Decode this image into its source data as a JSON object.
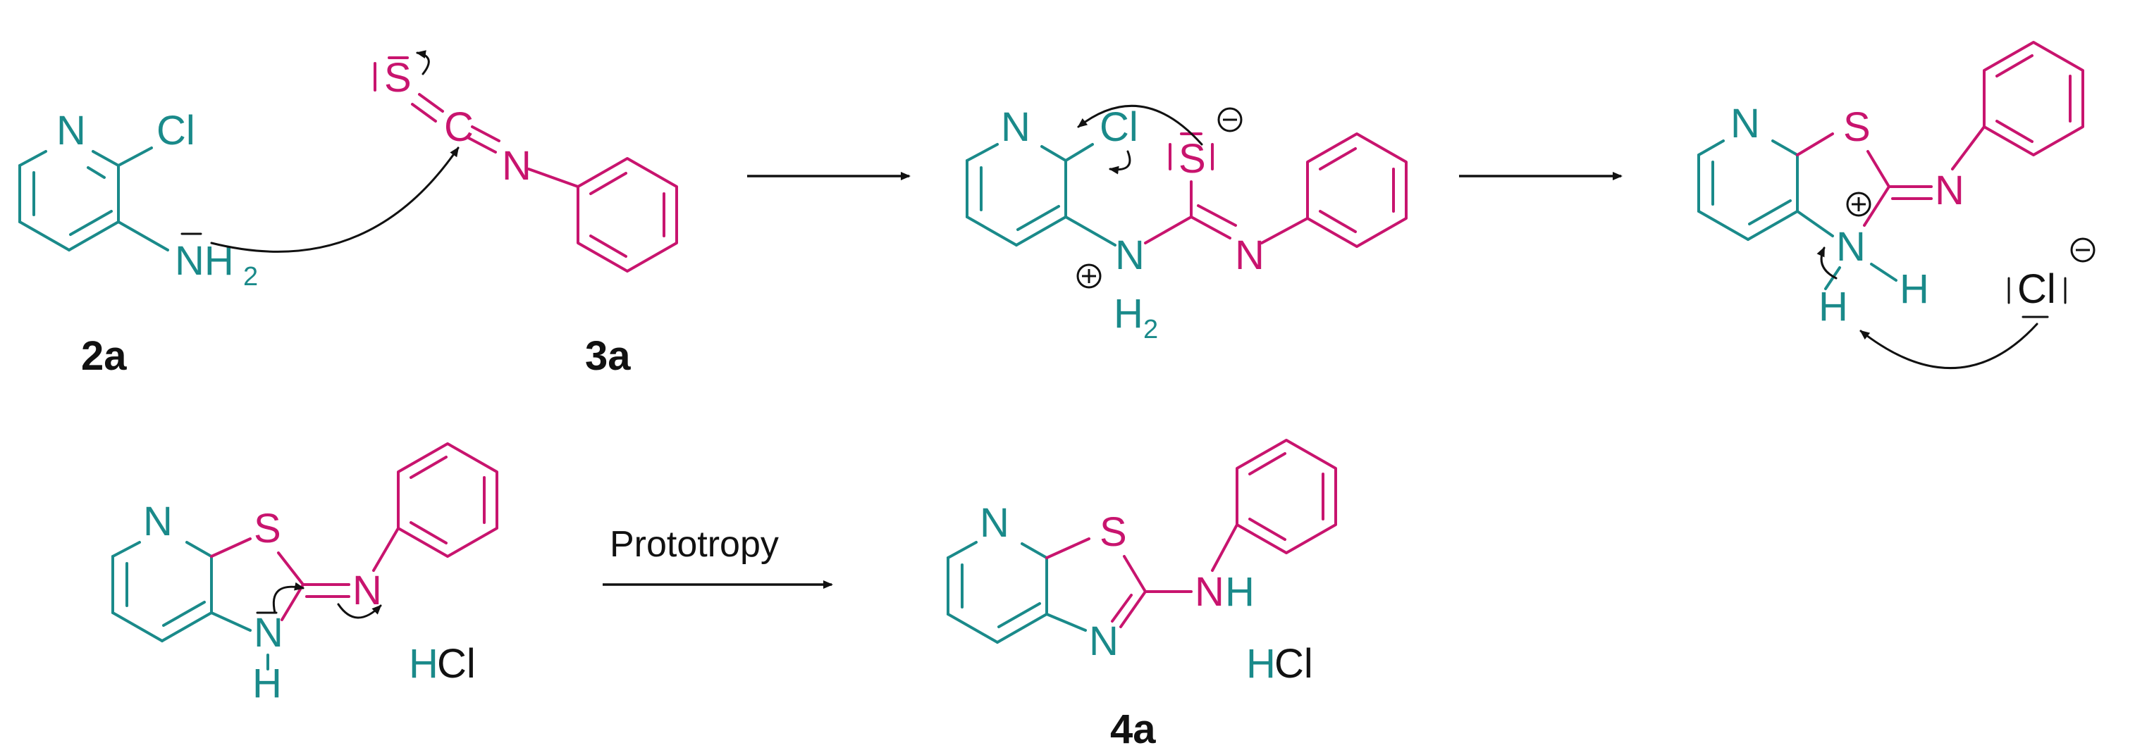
{
  "compounds": [
    {
      "id": "2a"
    },
    {
      "id": "3a"
    },
    {
      "id": "4a"
    }
  ],
  "reagents": {
    "acid": "HCl"
  },
  "reaction_labels": {
    "prototropy": "Prototropy"
  },
  "atoms": {
    "N": "N",
    "Cl": "Cl",
    "S": "S",
    "C": "C",
    "H": "H",
    "NH": "NH",
    "H2": "2"
  },
  "colors": {
    "pyridine_teal": "#1a8a8a",
    "phenyl_magenta": "#c8146e",
    "text_black": "#111111"
  }
}
